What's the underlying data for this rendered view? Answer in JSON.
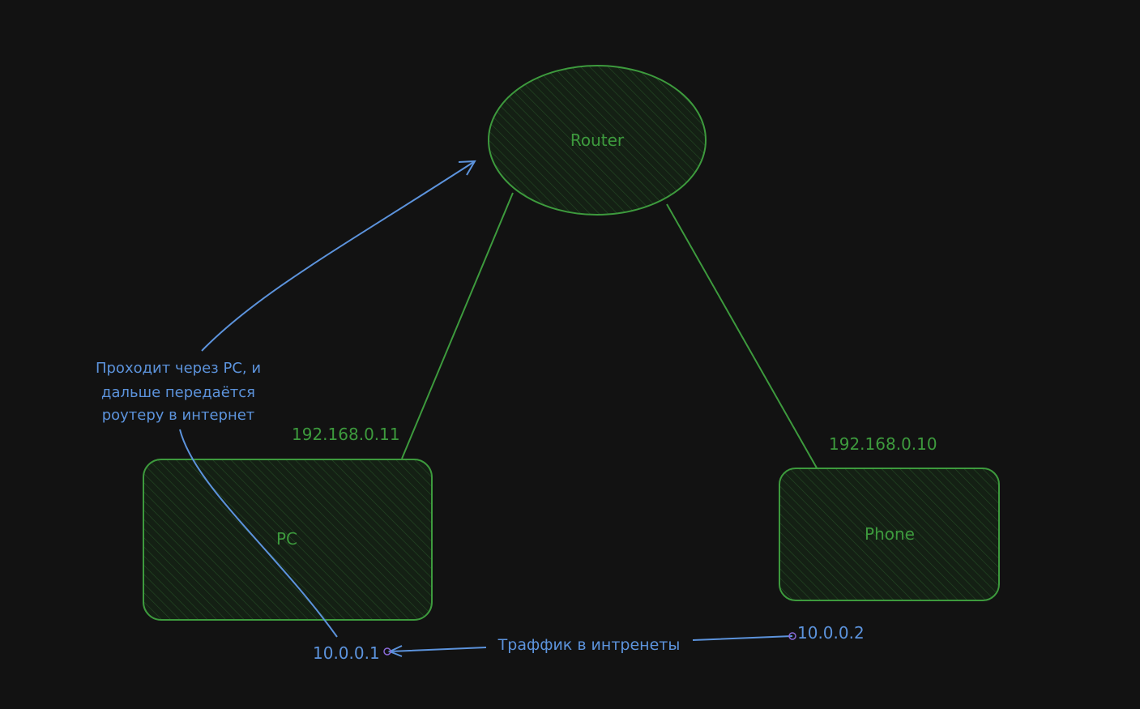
{
  "colors": {
    "background": "#121212",
    "green": "#3d9a3d",
    "blue": "#5c93dc",
    "fill": "#1a3a1a"
  },
  "nodes": {
    "router": {
      "label": "Router"
    },
    "pc": {
      "label": "PC",
      "ip": "192.168.0.11",
      "inner_ip": "10.0.0.1"
    },
    "phone": {
      "label": "Phone",
      "ip": "192.168.0.10",
      "inner_ip": "10.0.0.2"
    }
  },
  "annotations": {
    "pc_note": [
      "Проходит через PC, и",
      "дальше передаётся",
      "роутеру в интернет"
    ],
    "traffic": "Траффик в интренеты"
  }
}
